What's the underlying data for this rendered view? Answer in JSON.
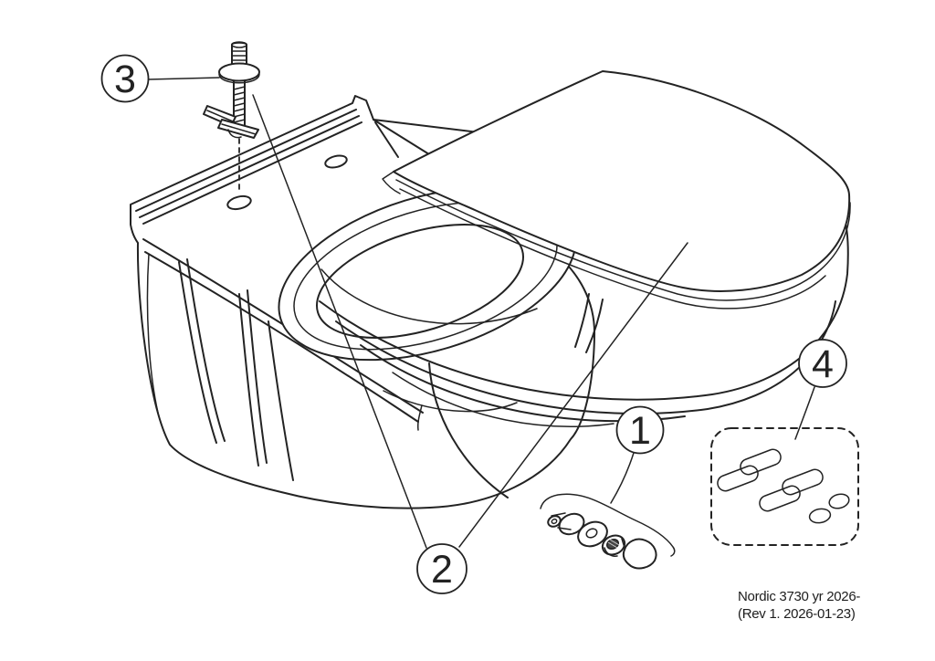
{
  "diagram": {
    "footer": {
      "line1": "Nordic 3730 yr 2026-",
      "line2": "(Rev 1. 2026-01-23)"
    },
    "callouts": [
      {
        "label": "1"
      },
      {
        "label": "2"
      },
      {
        "label": "3"
      },
      {
        "label": "4"
      }
    ],
    "colors": {
      "line": "#232323",
      "background": "#ffffff"
    }
  }
}
